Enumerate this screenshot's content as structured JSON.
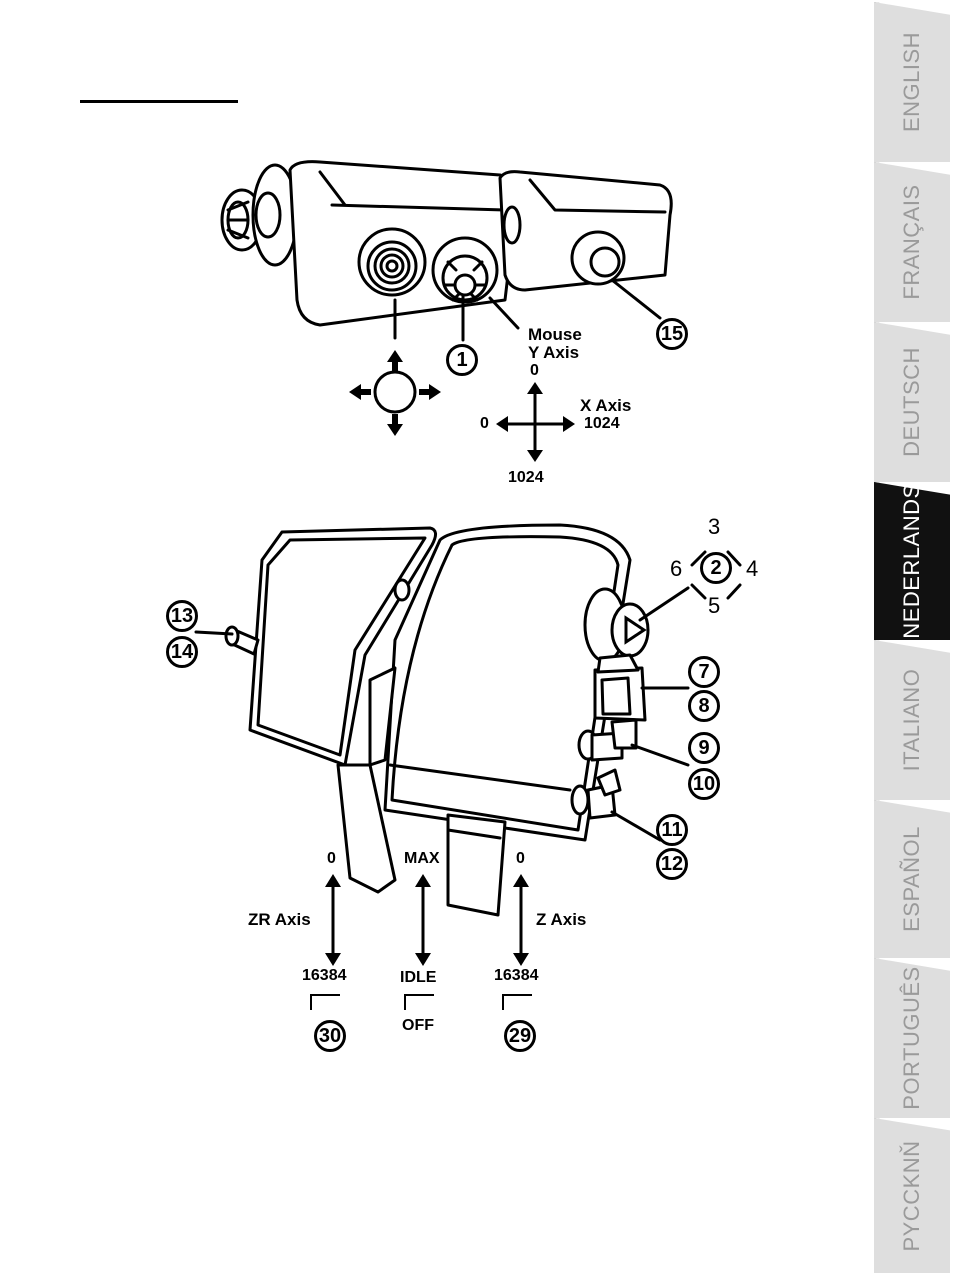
{
  "tabs": [
    {
      "label": "ENGLISH",
      "active": false
    },
    {
      "label": "FRANÇAIS",
      "active": false
    },
    {
      "label": "DEUTSCH",
      "active": false
    },
    {
      "label": "NEDERLANDS",
      "active": true
    },
    {
      "label": "ITALIANO",
      "active": false
    },
    {
      "label": "ESPAÑOL",
      "active": false
    },
    {
      "label": "PORTUGUÊS",
      "active": false
    },
    {
      "label": "PYCCKNŇ",
      "active": false
    }
  ],
  "top_figure": {
    "callout_1": "1",
    "callout_15": "15",
    "mouse_label": "Mouse",
    "y_axis_label": "Y Axis",
    "y_min": "0",
    "y_max": "1024",
    "x_axis_label": "X Axis",
    "x_min": "0",
    "x_max": "1024"
  },
  "bottom_figure": {
    "hat_center": "2",
    "hat_up": "3",
    "hat_right": "4",
    "hat_down": "5",
    "hat_left": "6",
    "callouts": [
      "7",
      "8",
      "9",
      "10",
      "11",
      "12",
      "13",
      "14"
    ],
    "zr_axis_label": "ZR Axis",
    "zr_top": "0",
    "zr_bottom": "16384",
    "zr_callout": "30",
    "throttle_top": "MAX",
    "throttle_idle": "IDLE",
    "throttle_off": "OFF",
    "z_axis_label": "Z Axis",
    "z_top": "0",
    "z_bottom": "16384",
    "z_callout": "29"
  }
}
